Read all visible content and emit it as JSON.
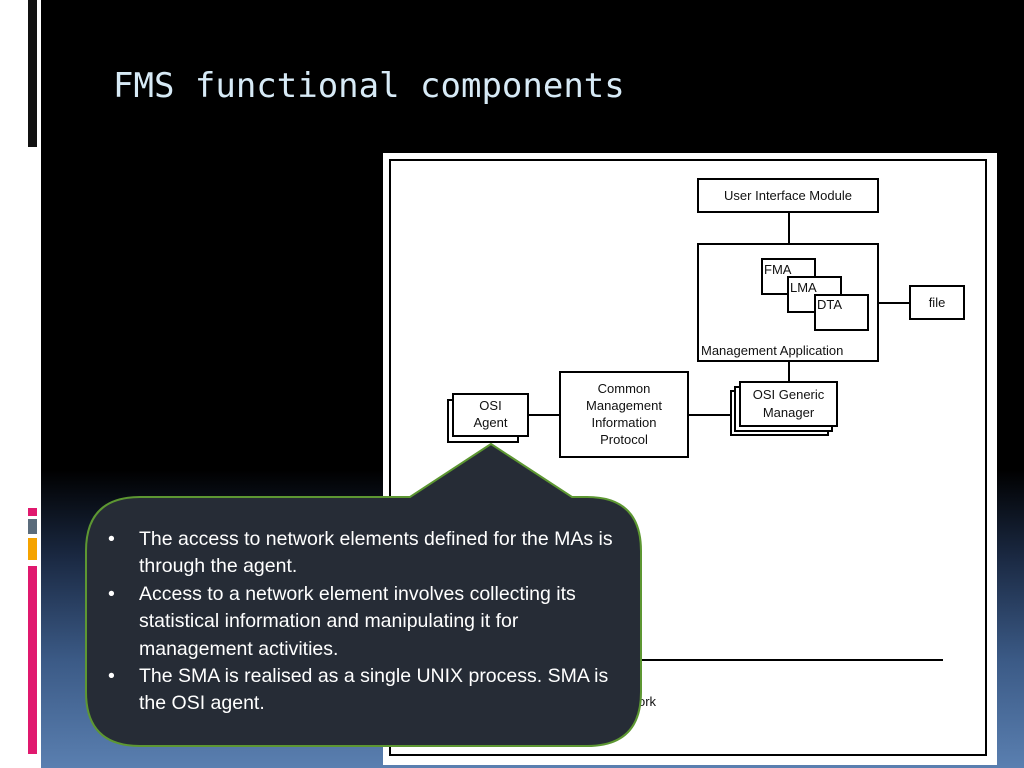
{
  "slide": {
    "title": "FMS functional components"
  },
  "figure": {
    "user_interface_module": "User Interface Module",
    "fma": "FMA",
    "lma": "LMA",
    "dta": "DTA",
    "file": "file",
    "management_application": "Management Application",
    "osi_generic_manager_line1": "OSI Generic",
    "osi_generic_manager_line2": "Manager",
    "cmip_line1": "Common",
    "cmip_line2": "Management",
    "cmip_line3": "Information",
    "cmip_line4": "Protocol",
    "osi_agent_line1": "OSI",
    "osi_agent_line2": "Agent",
    "partial_network_label": "ork"
  },
  "callout": {
    "bullet_symbol": "•",
    "bullets": [
      "The access to network elements defined for the MAs is through the agent.",
      "Access to a network element involves collecting its statistical information and manipulating it for management activities.",
      "The SMA is realised as a single UNIX process. SMA is the OSI agent."
    ]
  },
  "colors": {
    "callout_fill": "#262c36",
    "callout_border": "#5d9732",
    "title_color": "#d7eaf6",
    "strip_accent_pink": "#e0196e",
    "strip_accent_orange": "#f5a300",
    "strip_accent_gray": "#5b6c7c"
  }
}
